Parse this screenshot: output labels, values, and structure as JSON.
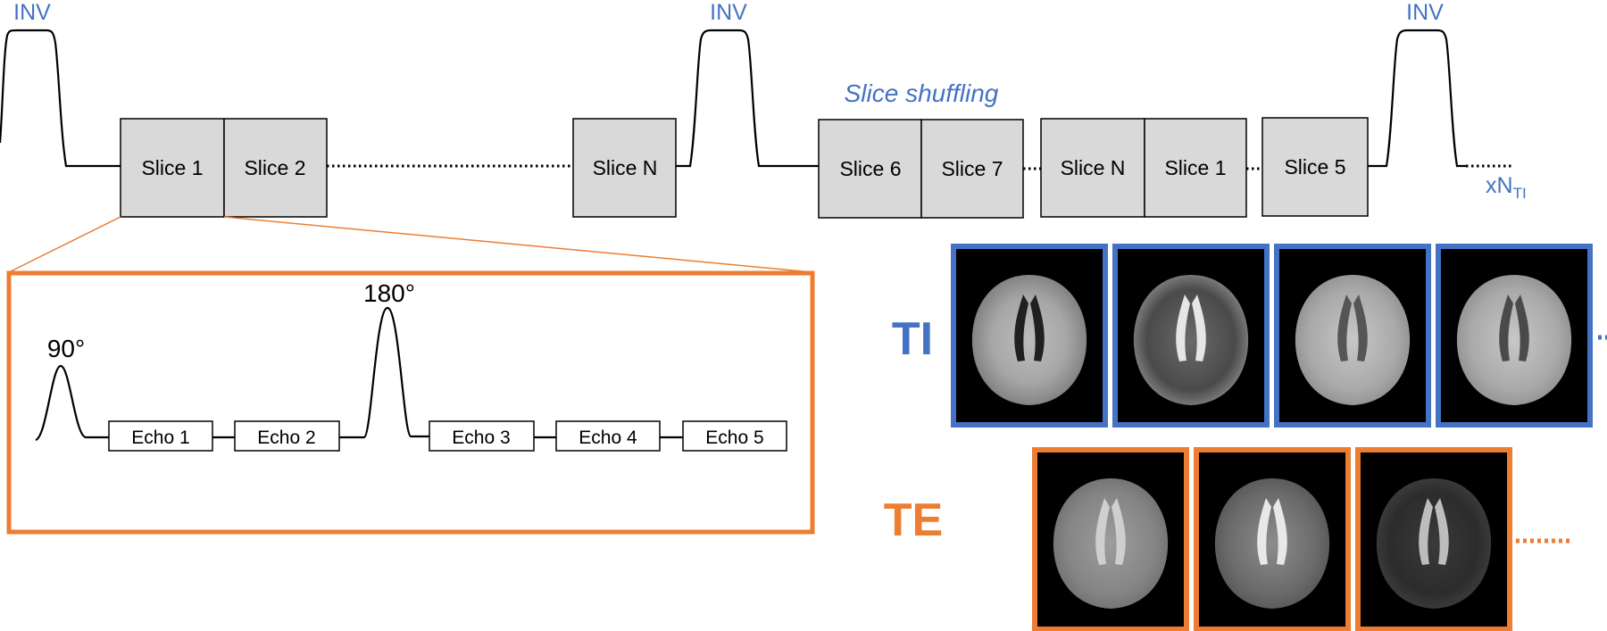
{
  "colors": {
    "accent_blue": "#4472c4",
    "accent_orange": "#ed7d31",
    "slice_fill": "#d9d9d9"
  },
  "labels": {
    "inv": "INV",
    "slice_shuffling": "Slice shuffling",
    "repeat_x": "xN",
    "repeat_sub": "TI",
    "flip_90": "90°",
    "flip_180": "180°",
    "row_ti": "TI",
    "row_te": "TE"
  },
  "slices": {
    "s1": "Slice 1",
    "s2": "Slice 2",
    "sN": "Slice N",
    "s6": "Slice 6",
    "s7": "Slice 7",
    "sN2": "Slice N",
    "s1b": "Slice 1",
    "s5": "Slice 5"
  },
  "echoes": [
    "Echo 1",
    "Echo 2",
    "Echo 3",
    "Echo 4",
    "Echo 5"
  ]
}
